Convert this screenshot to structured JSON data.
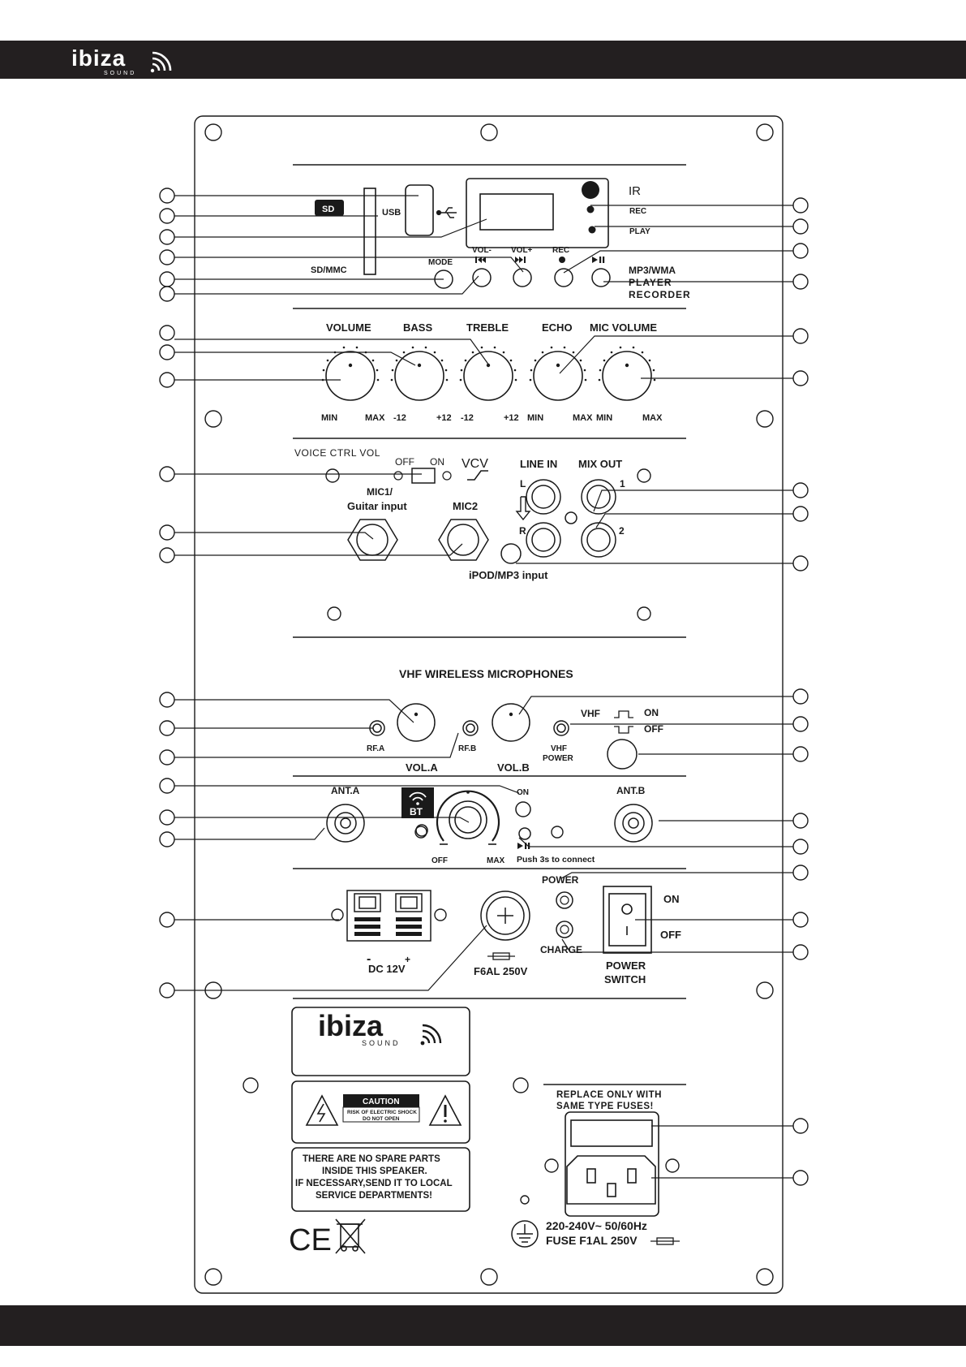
{
  "brand": {
    "name": "ibiza",
    "sub": "SOUND"
  },
  "panel": {
    "card_reader": {
      "sd_badge": "SD",
      "usb": "USB",
      "sd_mmc": "SD/MMC"
    },
    "player": {
      "ir": "IR",
      "rec_led": "REC",
      "play_led": "PLAY",
      "mode": "MODE",
      "vol_minus": "VOL-",
      "vol_plus": "VOL+",
      "rec": "REC",
      "title_1": "MP3/WMA",
      "title_2": "PLAYER",
      "title_3": "RECORDER"
    },
    "knobs": {
      "labels": [
        "VOLUME",
        "BASS",
        "TREBLE",
        "ECHO",
        "MIC VOLUME"
      ],
      "scale": [
        "MIN",
        "MAX",
        "-12",
        "+12",
        "-12",
        "+12",
        "MIN",
        "MAX",
        "MIN",
        "MAX"
      ]
    },
    "inputs": {
      "voice_ctrl": "VOICE CTRL VOL",
      "off": "OFF",
      "on": "ON",
      "vcv": "VCV",
      "mic1_l1": "MIC1/",
      "mic1_l2": "Guitar input",
      "mic2": "MIC2",
      "line_in": "LINE IN",
      "mix_out": "MIX OUT",
      "l": "L",
      "r": "R",
      "out1": "1",
      "out2": "2",
      "ipod": "iPOD/MP3 input"
    },
    "vhf": {
      "title": "VHF WIRELESS MICROPHONES",
      "rfa": "RF.A",
      "rfb": "RF.B",
      "vola": "VOL.A",
      "volb": "VOL.B",
      "vhf": "VHF",
      "on": "ON",
      "off": "OFF",
      "power_1": "VHF",
      "power_2": "POWER"
    },
    "bluetooth": {
      "ant_a": "ANT.A",
      "ant_b": "ANT.B",
      "bt": "BT",
      "on": "ON",
      "off": "OFF",
      "max": "MAX",
      "push": "Push 3s to connect"
    },
    "power": {
      "power_led": "POWER",
      "charge_led": "CHARGE",
      "on": "ON",
      "off": "OFF",
      "switch_1": "POWER",
      "switch_2": "SWITCH",
      "minus": "-",
      "plus": "+",
      "dc": "DC 12V",
      "fuse": "F6AL 250V"
    },
    "labels": {
      "caution": "CAUTION",
      "risk_1": "RISK OF ELECTRIC SHOCK",
      "risk_2": "DO NOT OPEN",
      "notice": [
        "THERE ARE NO SPARE PARTS",
        "INSIDE THIS SPEAKER.",
        "IF NECESSARY,SEND IT TO LOCAL",
        "SERVICE DEPARTMENTS!"
      ],
      "replace_1": "REPLACE ONLY WITH",
      "replace_2": "SAME TYPE FUSES!",
      "mains": "220-240V~  50/60Hz",
      "fuse": "FUSE F1AL 250V",
      "ce": "CE"
    }
  }
}
